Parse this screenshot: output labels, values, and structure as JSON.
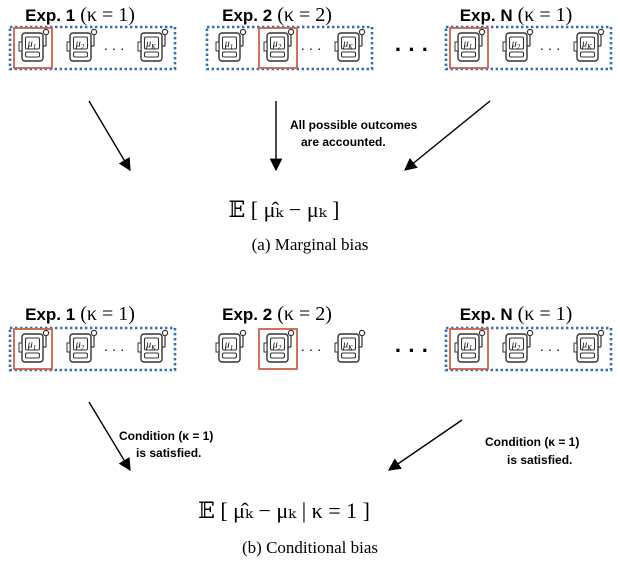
{
  "panels": [
    {
      "experiments": [
        {
          "label": "Exp. 1",
          "kappa": "(κ = 1)",
          "selected_index": 0,
          "grouped": true
        },
        {
          "label": "Exp. 2",
          "kappa": "(κ = 2)",
          "selected_index": 1,
          "grouped": true
        },
        {
          "label": "Exp. N",
          "kappa": "(κ = 1)",
          "selected_index": 0,
          "grouped": true
        }
      ],
      "note_center": [
        "All possible outcomes",
        "are accounted."
      ],
      "formula": "𝔼 [ μ̂ₖ − μₖ ]",
      "caption": "(a) Marginal bias"
    },
    {
      "experiments": [
        {
          "label": "Exp. 1",
          "kappa": "(κ = 1)",
          "selected_index": 0,
          "grouped": true
        },
        {
          "label": "Exp. 2",
          "kappa": "(κ = 2)",
          "selected_index": 1,
          "grouped": false
        },
        {
          "label": "Exp. N",
          "kappa": "(κ = 1)",
          "selected_index": 0,
          "grouped": true
        }
      ],
      "note_left": [
        "Condition (κ = 1)",
        "is satisfied."
      ],
      "note_right": [
        "Condition (κ = 1)",
        "is satisfied."
      ],
      "formula": "𝔼 [ μ̂ₖ − μₖ | κ = 1 ]",
      "caption": "(b) Conditional bias"
    }
  ],
  "machine_labels": [
    "μ1",
    "μ2",
    "μK"
  ],
  "ellipsis": "· · ·",
  "between_ellipsis": "· · ·",
  "colors": {
    "dashed_box": "#2f6db5",
    "selected_box": "#d0604a",
    "machine_stroke": "#333333",
    "text": "#000000"
  }
}
